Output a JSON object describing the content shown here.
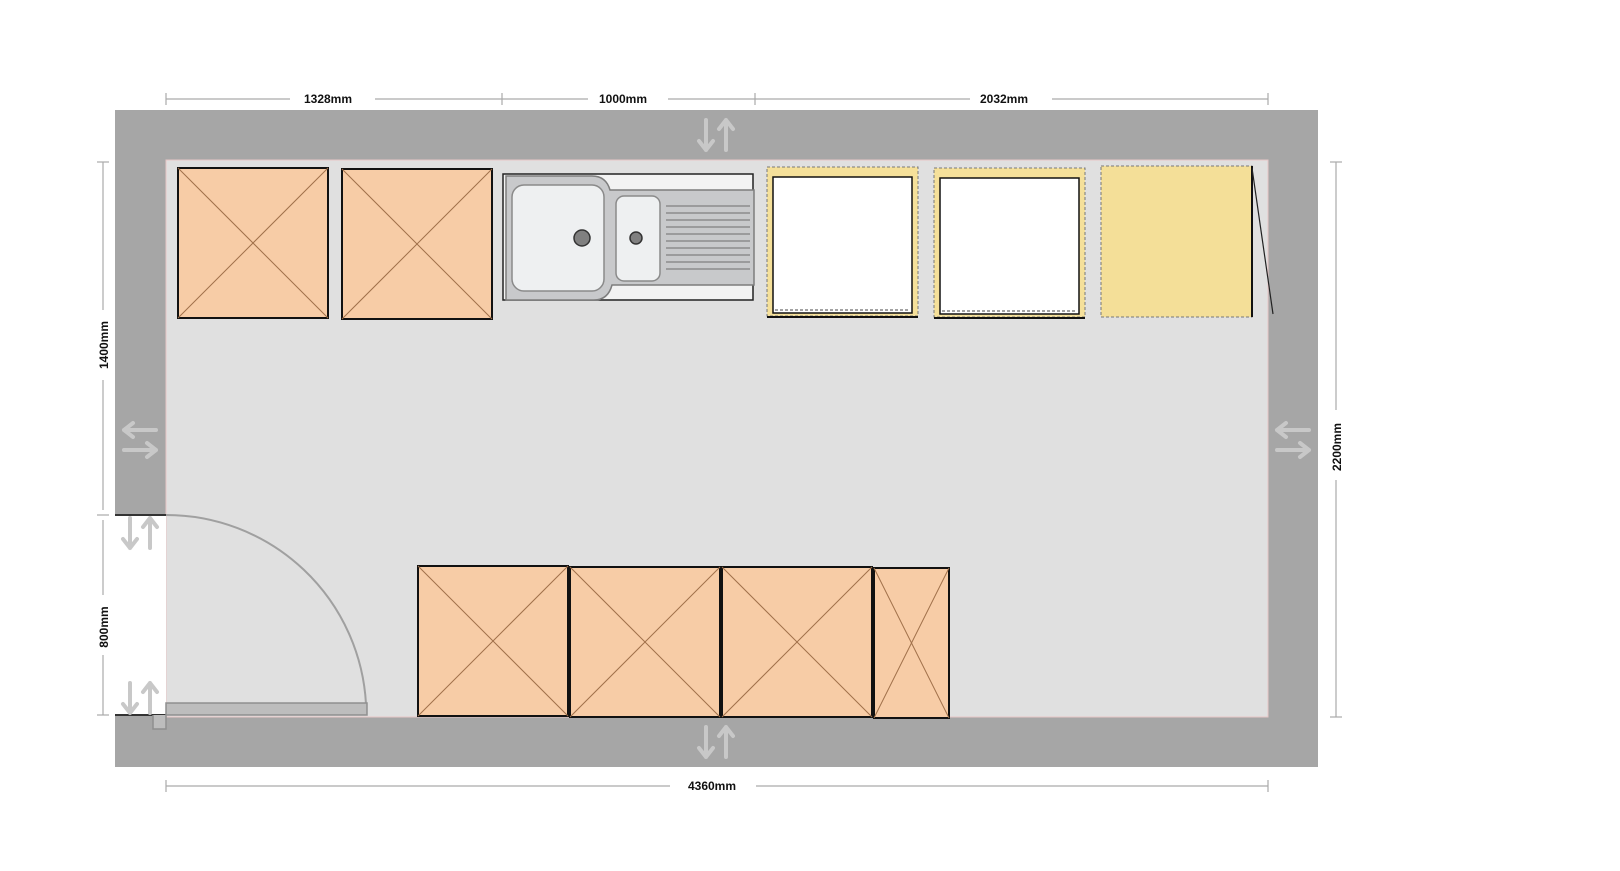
{
  "dimensions": {
    "top_left": "1328mm",
    "top_middle": "1000mm",
    "top_right": "2032mm",
    "bottom_total": "4360mm",
    "left_upper": "1400mm",
    "left_door": "800mm",
    "right_total": "2200mm"
  },
  "colors": {
    "wall": "#a6a6a6",
    "floor": "#e0e0e0",
    "cabinet": "#f7cca6",
    "appliance_frame": "#f5e09a",
    "tall_unit": "#f4df98",
    "sink_steel": "#c8c9cb",
    "arrow": "#c8c8c8"
  },
  "icons": {
    "wall_arrow": "wall-resize-arrows-icon",
    "door_swing": "door-swing-arc"
  }
}
